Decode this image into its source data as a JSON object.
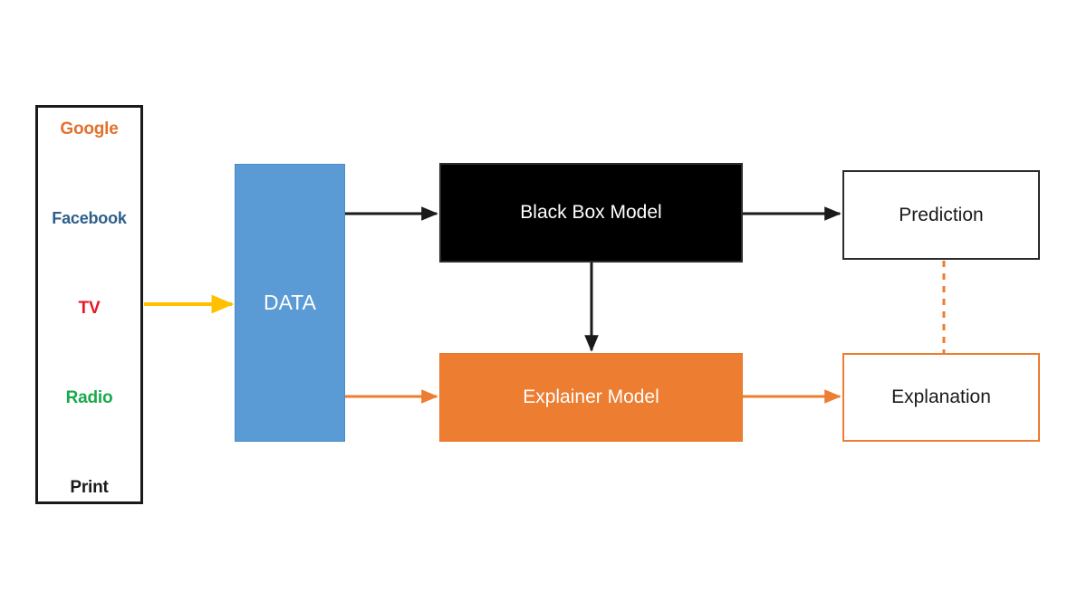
{
  "diagram": {
    "title": "Black Box Model and Explainer Model flow diagram",
    "source_box": {
      "name": "marketing-channels",
      "items": [
        {
          "label": "Google",
          "color": "#E2712D"
        },
        {
          "label": "Facebook",
          "color": "#2E5F8A"
        },
        {
          "label": "TV",
          "color": "#E8172A"
        },
        {
          "label": "Radio",
          "color": "#19A94B"
        },
        {
          "label": "Print",
          "color": "#1A1A1A"
        }
      ]
    },
    "nodes": {
      "data": {
        "label": "DATA",
        "fill": "#5B9BD5",
        "text_color": "#FFFFFF"
      },
      "black_box": {
        "label": "Black Box Model",
        "fill": "#000000",
        "text_color": "#FFFFFF"
      },
      "explainer": {
        "label": "Explainer Model",
        "fill": "#ED7D31",
        "text_color": "#FFFFFF"
      },
      "prediction": {
        "label": "Prediction",
        "fill": "#FFFFFF",
        "border": "#2B2B2B",
        "text_color": "#1A1A1A"
      },
      "explanation": {
        "label": "Explanation",
        "fill": "#FFFFFF",
        "border": "#ED7D31",
        "text_color": "#1A1A1A"
      }
    },
    "connectors": [
      {
        "name": "channels-to-data",
        "from": "marketing-channels",
        "to": "data",
        "color": "#FFC000",
        "style": "solid",
        "arrow": true
      },
      {
        "name": "data-to-black-box",
        "from": "data",
        "to": "black_box",
        "color": "#1A1A1A",
        "style": "solid",
        "arrow": true
      },
      {
        "name": "data-to-explainer",
        "from": "data",
        "to": "explainer",
        "color": "#ED7D31",
        "style": "solid",
        "arrow": true
      },
      {
        "name": "black-box-to-prediction",
        "from": "black_box",
        "to": "prediction",
        "color": "#1A1A1A",
        "style": "solid",
        "arrow": true
      },
      {
        "name": "black-box-to-explainer",
        "from": "black_box",
        "to": "explainer",
        "color": "#1A1A1A",
        "style": "solid",
        "arrow": true
      },
      {
        "name": "explainer-to-explanation",
        "from": "explainer",
        "to": "explanation",
        "color": "#ED7D31",
        "style": "solid",
        "arrow": true
      },
      {
        "name": "prediction-to-explanation",
        "from": "prediction",
        "to": "explanation",
        "color": "#ED7D31",
        "style": "dashed",
        "arrow": false
      }
    ]
  }
}
